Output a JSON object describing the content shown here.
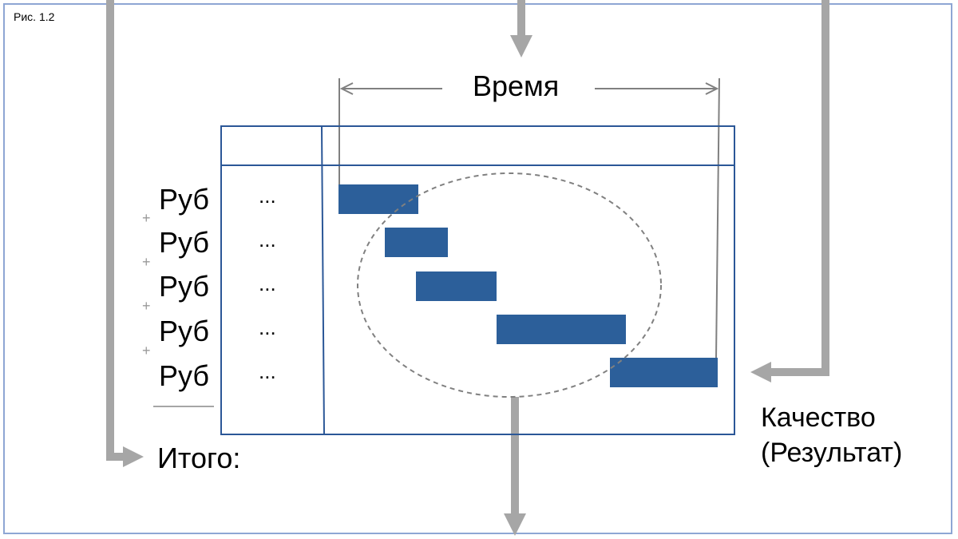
{
  "caption": "Рис. 1.2",
  "time_label": "Время",
  "rows": [
    {
      "label": "Руб",
      "dots": "..."
    },
    {
      "label": "Руб",
      "dots": "..."
    },
    {
      "label": "Руб",
      "dots": "..."
    },
    {
      "label": "Руб",
      "dots": "..."
    },
    {
      "label": "Руб",
      "dots": "..."
    }
  ],
  "plus_sign": "+",
  "total_label": "Итого:",
  "quality": {
    "line1": "Качество",
    "line2": "(Результат)"
  },
  "colors": {
    "frame_border": "#8ea6d4",
    "table_border": "#2b5797",
    "bar_fill": "#2c5f9a",
    "arrow_gray": "#a6a6a6",
    "dashed_ellipse": "#808080"
  }
}
